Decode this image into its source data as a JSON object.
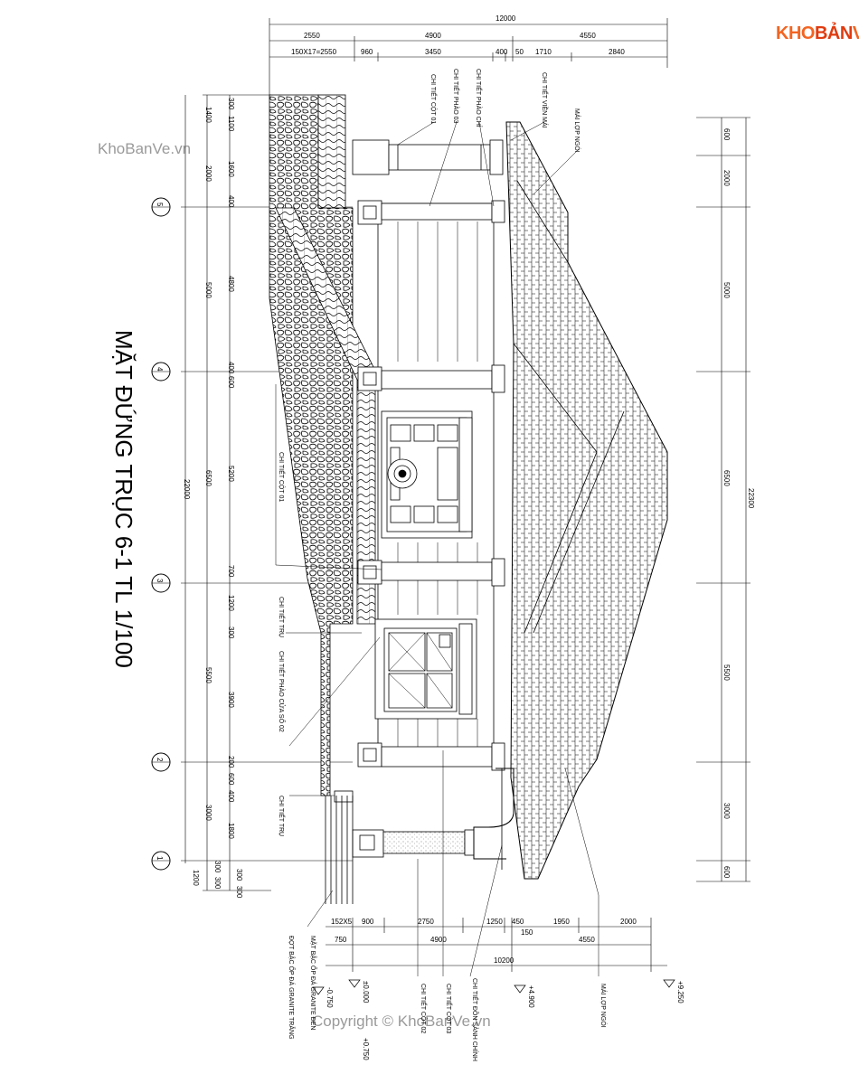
{
  "logo": {
    "text_a": "KHO",
    "text_b": "BẢN",
    "text_c": "VẼ"
  },
  "watermark_top": "KhoBanVe.vn",
  "watermark_bottom": "Copyright © KhoBanVe.vn",
  "title": "MẶT ĐỨNG TRỤC 6-1 TL 1/100",
  "axes": [
    "5",
    "4",
    "3",
    "2",
    "1"
  ],
  "top_dims": {
    "overall": "12000",
    "row2": [
      "2550",
      "4900",
      "4550"
    ],
    "row3": [
      "150X17=2550",
      "960",
      "3450",
      "400",
      "50",
      "1710",
      "2840"
    ]
  },
  "bottom_dims": {
    "row1": [
      "152X5",
      "900",
      "2750",
      "1250",
      "450",
      "1950",
      "2000"
    ],
    "row1b": "150",
    "row2": [
      "750",
      "4900",
      "4550"
    ],
    "overall": "10200"
  },
  "left_dims": {
    "overall": "22000",
    "spans": [
      "2000",
      "5000",
      "6500",
      "5500",
      "3000",
      "1200"
    ],
    "top": "1400",
    "inner": [
      "300",
      "1100",
      "1600",
      "400",
      "4800",
      "400",
      "600",
      "5200",
      "700",
      "1200",
      "300",
      "3900",
      "200",
      "600",
      "400",
      "1800",
      "300",
      "300",
      "300",
      "300"
    ]
  },
  "right_dims": {
    "overall": "22300",
    "spans": [
      "600",
      "2000",
      "5000",
      "6500",
      "5500",
      "3000",
      "600"
    ]
  },
  "levels": [
    "-0.750",
    "±0.000",
    "+4.900",
    "+9.250",
    "+0.750"
  ],
  "annotations": {
    "cot01_a": "CHI TIẾT CỘT 01",
    "phao03": "CHI TIẾT PHÀO 03",
    "phao_chi": "CHI TIẾT PHÀO CHỈ",
    "vien_mai": "CHI TIẾT VIỀN MÁI",
    "mai_ngoi_top": "MÁI LỢP NGÓI",
    "cot01_b": "CHI TIẾT CỘT 01",
    "tru_a": "CHI TIẾT TRỤ",
    "phao_cua": "CHI TIẾT PHÀO CỬA SỐ 02",
    "tru_b": "CHI TIẾT TRỤ",
    "mat_bac": "MẶT BẬC ỐP ĐÁ GRANITE ĐEN",
    "dot_bac": "ĐỢT BẬC ỐP ĐÁ GRANITE TRẮNG",
    "cot02": "CHI TIẾT CỘT 02",
    "cot03": "CHI TIẾT CỘT 03",
    "sanh_don": "CHI TIẾT ĐỒN SẢNH CHÍNH",
    "mai_ngoi_bottom": "MÁI LỢP NGÓI"
  }
}
